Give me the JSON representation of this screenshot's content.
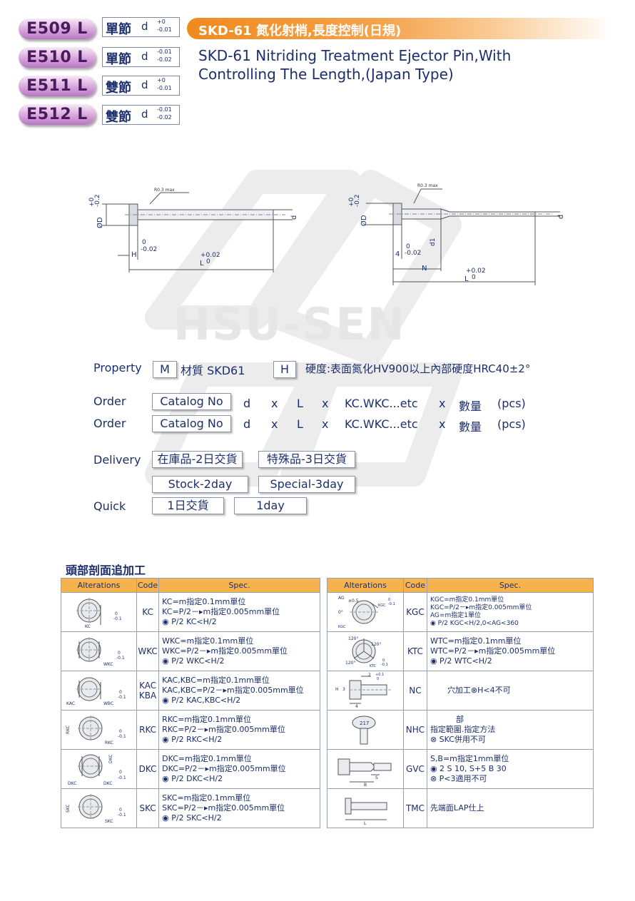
{
  "parts": [
    {
      "code": "E509 L",
      "type": "單節",
      "d": "d",
      "tol_upper": "+0",
      "tol_lower": "-0.01"
    },
    {
      "code": "E510 L",
      "type": "單節",
      "d": "d",
      "tol_upper": "-0.01",
      "tol_lower": "-0.02"
    },
    {
      "code": "E511 L",
      "type": "雙節",
      "d": "d",
      "tol_upper": "+0",
      "tol_lower": "-0.01"
    },
    {
      "code": "E512 L",
      "type": "雙節",
      "d": "d",
      "tol_upper": "-0.01",
      "tol_lower": "-0.02"
    }
  ],
  "title_cn": "SKD-61 氮化射梢,長度控制(日規)",
  "title_en_line1": "SKD-61 Nitriding Treatment Ejector Pin,With",
  "title_en_line2": "Controlling The Length,(Japan Type)",
  "watermark": "HSU-SEN",
  "drawing1": {
    "r": "R0.3 max",
    "dtol_u": "+0",
    "dtol_l": "-0.2",
    "D": "ØD",
    "d": "d",
    "h0": "0",
    "h1": "-0.02",
    "H": "H",
    "l_u": "+0.02",
    "l_l": "0",
    "L": "L"
  },
  "drawing2": {
    "r": "R0.3 max",
    "dtol_u": "+0",
    "dtol_l": "-0.2",
    "D": "ØD",
    "d": "d",
    "d1": "d1",
    "four": "4",
    "h0": "0",
    "h1": "-0.02",
    "N": "N",
    "l_u": "+0.02",
    "l_l": "0",
    "L": "L"
  },
  "property": {
    "label": "Property",
    "m": "M",
    "material": "材質 SKD61",
    "h": "H",
    "hardness": "硬度:表面氮化HV900以上內部硬度HRC40±2°"
  },
  "order": [
    {
      "label": "Order",
      "catalog": "Catalog No",
      "d": "d",
      "x1": "x",
      "l": "L",
      "x2": "x",
      "kc": "KC.WKC...etc",
      "x3": "x",
      "qty": "數量",
      "pcs": "(pcs)"
    },
    {
      "label": "Order",
      "catalog": "Catalog No",
      "d": "d",
      "x1": "x",
      "l": "L",
      "x2": "x",
      "kc": "KC.WKC...etc",
      "x3": "x",
      "qty": "數量",
      "pcs": "(pcs)"
    }
  ],
  "delivery": {
    "label": "Delivery",
    "stock_cn": "在庫品-2日交貨",
    "special_cn": "特殊品-3日交貨",
    "stock_en": "Stock-2day",
    "special_en": "Special-3day"
  },
  "quick": {
    "label": "Quick",
    "cn": "1日交貨",
    "en": "1day"
  },
  "section_title": "頭部剖面追加工",
  "table_headers": {
    "alterations": "Alterations",
    "code": "Code",
    "spec": "Spec."
  },
  "left_rows": [
    {
      "code": "KC",
      "fig": [
        "KC",
        "0",
        "-0.1"
      ],
      "spec": [
        "KC=m指定0.1mm單位",
        "KC=P/2－▸m指定0.005mm單位",
        "P/2 KC<H/2"
      ]
    },
    {
      "code": "WKC",
      "fig": [
        "WKC",
        "0",
        "-0.1"
      ],
      "spec": [
        "WKC=m指定0.1mm單位",
        "WKC=P/2－▸m指定0.005mm單位",
        "P/2 WKC<H/2"
      ]
    },
    {
      "code": "KAC KBA",
      "fig": [
        "KAC",
        "WBC",
        "0",
        "-0.1"
      ],
      "spec": [
        "KAC,KBC=m指定0.1mm單位",
        "KAC,KBC=P/2－▸m指定0.005mm單位",
        "P/2 KAC,KBC<H/2"
      ]
    },
    {
      "code": "RKC",
      "fig": [
        "RKC",
        "RKC",
        "0",
        "-0.1"
      ],
      "spec": [
        "RKC=m指定0.1mm單位",
        "RKC=P/2－▸m指定0.005mm單位",
        "P/2 RKC<H/2"
      ]
    },
    {
      "code": "DKC",
      "fig": [
        "DKC",
        "DKC",
        "DKC",
        "0",
        "-0.1"
      ],
      "spec": [
        "DKC=m指定0.1mm單位",
        "DKC=P/2－▸m指定0.005mm單位",
        "P/2 DKC<H/2"
      ]
    },
    {
      "code": "SKC",
      "fig": [
        "SKC",
        "SKC",
        "0",
        "-0.1"
      ],
      "spec": [
        "SKC=m指定0.1mm單位",
        "SKC=P/2－▸m指定0.005mm單位",
        "P/2 SKC<H/2"
      ]
    }
  ],
  "right_rows": [
    {
      "code": "KGC",
      "fig": [
        "AG",
        "±0.5",
        "0°",
        "KGC",
        "0",
        "-0.1",
        "KGC"
      ],
      "spec": [
        "KGC=m指定0.1mm單位",
        "KGC=P/2－▸m指定0.005mm單位",
        "AG=m指定1單位",
        "P/2 KGC<H/2,0<AG<360"
      ]
    },
    {
      "code": "KTC",
      "fig": [
        "120°",
        "120°",
        "120°",
        "KTC",
        "0",
        "-0.1"
      ],
      "spec": [
        "WTC=m指定0.1mm單位",
        "WTC=P/2－▸m指定0.005mm單位",
        "P/2 WTC<H/2"
      ]
    },
    {
      "code": "NC",
      "fig": [
        "2",
        "+0.1",
        "0",
        "H",
        "3",
        "4"
      ],
      "spec": [
        "穴加工⊗H<4不可"
      ]
    },
    {
      "code": "NHC",
      "fig": [
        "217"
      ],
      "spec": [
        "部",
        "指定範圍.指定方法",
        "⊗ SKC併用不可"
      ]
    },
    {
      "code": "GVC",
      "fig": [
        "S",
        "B"
      ],
      "spec": [
        "S,B=m指定1mm單位",
        "2 S 10, S+5 B 30",
        "⊗ P<3適用不可"
      ]
    },
    {
      "code": "TMC",
      "fig": [
        "L"
      ],
      "spec": [
        "先端面LAP仕上"
      ]
    }
  ]
}
